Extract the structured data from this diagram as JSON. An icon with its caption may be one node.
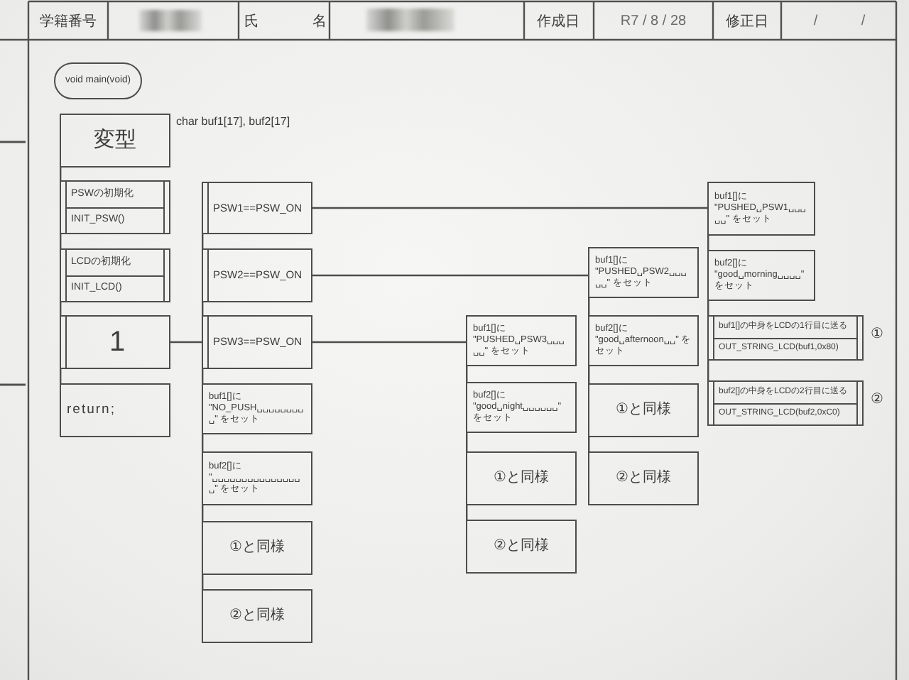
{
  "diagram": {
    "nodes": [
      {
        "text": [
          "void main(void)"
        ]
      },
      {
        "text": [
          "変型"
        ],
        "beside": [
          "char buf1[17], buf2[17]"
        ]
      },
      {
        "text": [
          "PSWの初期化",
          "INIT_PSW()"
        ]
      },
      {
        "text": [
          "LCDの初期化",
          "INIT_LCD()"
        ]
      },
      {
        "text": [
          "1"
        ]
      },
      {
        "text": [
          "return;"
        ]
      },
      {
        "text": [
          "PSW1==PSW_ON"
        ]
      },
      {
        "text": [
          "PSW2==PSW_ON"
        ]
      },
      {
        "text": [
          "PSW3==PSW_ON"
        ]
      },
      {
        "text": [
          "buf1[]に \"NO_PUSH␣␣␣␣␣␣␣␣␣\" をセット"
        ]
      },
      {
        "text": [
          "buf2[]に \"␣␣␣␣␣␣␣␣␣␣␣␣␣␣␣␣\" をセット"
        ]
      },
      {
        "text": [
          "①と同様"
        ]
      },
      {
        "text": [
          "②と同様"
        ]
      },
      {
        "text": [
          "buf1[]に \"PUSHED␣PSW3␣␣␣␣␣\" をセット"
        ]
      },
      {
        "text": [
          "buf2[]に \"good␣night␣␣␣␣␣␣\" をセット"
        ]
      },
      {
        "text": [
          "①と同様"
        ]
      },
      {
        "text": [
          "②と同様"
        ]
      },
      {
        "text": [
          "buf1[]に \"PUSHED␣PSW2␣␣␣␣␣\" をセット"
        ]
      },
      {
        "text": [
          "buf2[]に \"good␣afternoon␣␣\" をセット"
        ]
      },
      {
        "text": [
          "①と同様"
        ]
      },
      {
        "text": [
          "②と同様"
        ]
      },
      {
        "text": [
          "buf1[]に \"PUSHED␣PSW1␣␣␣␣␣\" をセット"
        ]
      },
      {
        "text": [
          "buf2[]に \"good␣morning␣␣␣␣\" をセット"
        ]
      },
      {
        "text": [
          "buf1[]の中身をLCDの1行目に送る",
          "OUT_STRING_LCD(buf1,0x80)"
        ],
        "beside": [
          "①"
        ]
      },
      {
        "text": [
          "buf2[]の中身をLCDの2行目に送る",
          "OUT_STRING_LCD(buf2,0xC0)"
        ],
        "beside": [
          "②"
        ]
      }
    ],
    "edges": [
      {
        "from": 1,
        "to": 2,
        "arrow": "none"
      },
      {
        "from": 2,
        "to": 3,
        "arrow": "none"
      },
      {
        "from": 3,
        "to": 4,
        "arrow": "none"
      },
      {
        "from": 4,
        "to": 5,
        "arrow": "none"
      },
      {
        "from": 4,
        "to": 8,
        "arrow": "none"
      },
      {
        "from": 6,
        "to": 7,
        "arrow": "none"
      },
      {
        "from": 7,
        "to": 8,
        "arrow": "none"
      },
      {
        "from": 8,
        "to": 9,
        "arrow": "none"
      },
      {
        "from": 9,
        "to": 10,
        "arrow": "none"
      },
      {
        "from": 10,
        "to": 11,
        "arrow": "none"
      },
      {
        "from": 11,
        "to": 12,
        "arrow": "none"
      },
      {
        "from": 6,
        "to": 21,
        "arrow": "none"
      },
      {
        "from": 7,
        "to": 17,
        "arrow": "none"
      },
      {
        "from": 8,
        "to": 13,
        "arrow": "none"
      },
      {
        "from": 13,
        "to": 14,
        "arrow": "none"
      },
      {
        "from": 14,
        "to": 15,
        "arrow": "none"
      },
      {
        "from": 15,
        "to": 16,
        "arrow": "none"
      },
      {
        "from": 17,
        "to": 18,
        "arrow": "none"
      },
      {
        "from": 18,
        "to": 19,
        "arrow": "none"
      },
      {
        "from": 19,
        "to": 20,
        "arrow": "none"
      },
      {
        "from": 21,
        "to": 22,
        "arrow": "none"
      },
      {
        "from": 22,
        "to": 23,
        "arrow": "none"
      },
      {
        "from": 23,
        "to": 24,
        "arrow": "none"
      }
    ],
    "labels": [
      "学籍番号",
      "氏　名",
      "作成日",
      "R7 / 8 / 28",
      "修正日",
      "/ /"
    ]
  }
}
